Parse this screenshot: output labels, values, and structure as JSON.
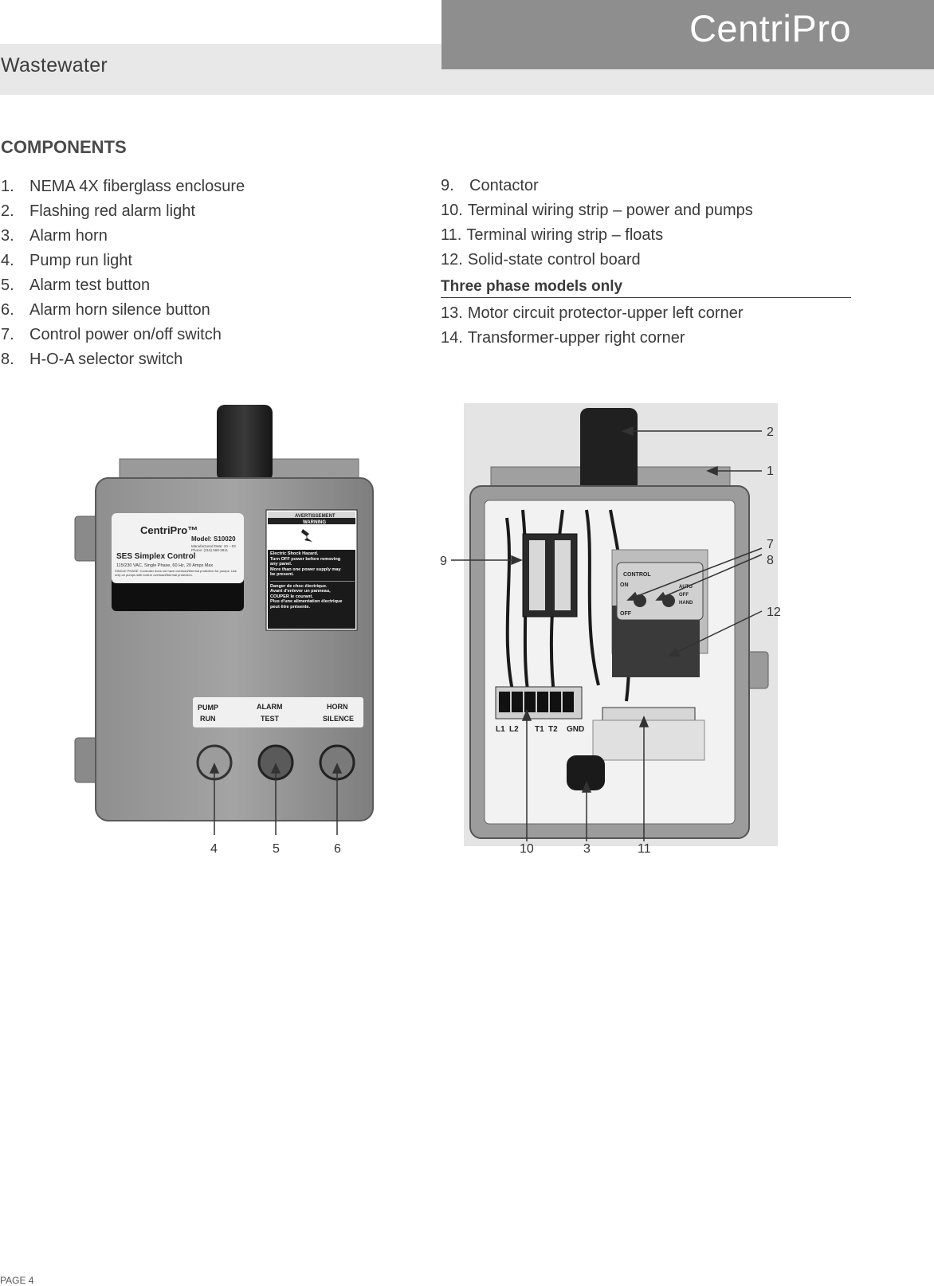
{
  "header": {
    "section": "Wastewater",
    "brand": "CentriPro"
  },
  "components": {
    "heading": "COMPONENTS",
    "left_items": [
      {
        "num": "1.",
        "text": "NEMA 4X fiberglass enclosure"
      },
      {
        "num": "2.",
        "text": "Flashing red alarm light"
      },
      {
        "num": "3.",
        "text": "Alarm horn"
      },
      {
        "num": "4.",
        "text": "Pump run light"
      },
      {
        "num": "5.",
        "text": "Alarm test button"
      },
      {
        "num": "6.",
        "text": "Alarm horn silence button"
      },
      {
        "num": "7.",
        "text": "Control power on/off switch"
      },
      {
        "num": "8.",
        "text": "H-O-A selector switch"
      }
    ],
    "right_items": [
      {
        "num": "9.",
        "text": "Contactor"
      },
      {
        "num": "10.",
        "text": "Terminal wiring strip – power and pumps"
      },
      {
        "num": "11.",
        "text": "Terminal wiring strip – floats"
      },
      {
        "num": "12.",
        "text": "Solid-state control board"
      }
    ],
    "three_phase_heading": "Three phase models only",
    "three_phase_items": [
      {
        "num": "13.",
        "text": "Motor circuit protector-upper left corner"
      },
      {
        "num": "14.",
        "text": "Transformer-upper right corner"
      }
    ]
  },
  "front_panel": {
    "logo": "CentriPro™",
    "model": "Model: S10020",
    "mfg_date": "Manufactured Date: 10 – 03",
    "phone": "Phone: (315) 568-2811",
    "product": "SES Simplex Control",
    "rating": "115/230 VAC, Single Phase, 60 Hz, 20 Amps Max",
    "note": "SINGLE PHASE: Controller does not have overload/thermal protection for pumps. Use only on pumps with built-in overload/thermal protection.",
    "warning_fr": "AVERTISSEMENT",
    "warning_en": "WARNING",
    "warning_text_en": [
      "Electric Shock Hazard.",
      "Turn OFF power before removing",
      "any panel.",
      "More than one power supply may",
      "be present."
    ],
    "warning_text_fr": [
      "Danger de choc électrique.",
      "Avant d'enlever un panneau,",
      "COUPER le courant.",
      "Plus d'une alimentation électrique",
      "peut être présente."
    ],
    "button_labels": [
      {
        "line1": "PUMP",
        "line2": "RUN"
      },
      {
        "line1": "ALARM",
        "line2": "TEST"
      },
      {
        "line1": "HORN",
        "line2": "SILENCE"
      }
    ],
    "callouts": [
      "4",
      "5",
      "6"
    ]
  },
  "inside_panel": {
    "switch_labels": {
      "control": "CONTROL",
      "on": "ON",
      "off": "OFF",
      "auto": "AUTO",
      "off2": "OFF",
      "hand": "HAND"
    },
    "terminals": [
      "L1",
      "L2",
      "T1",
      "T2",
      "GND"
    ],
    "callouts": [
      "2",
      "1",
      "7",
      "8",
      "9",
      "12",
      "10",
      "3",
      "11"
    ]
  },
  "footer": {
    "page": "PAGE 4"
  }
}
